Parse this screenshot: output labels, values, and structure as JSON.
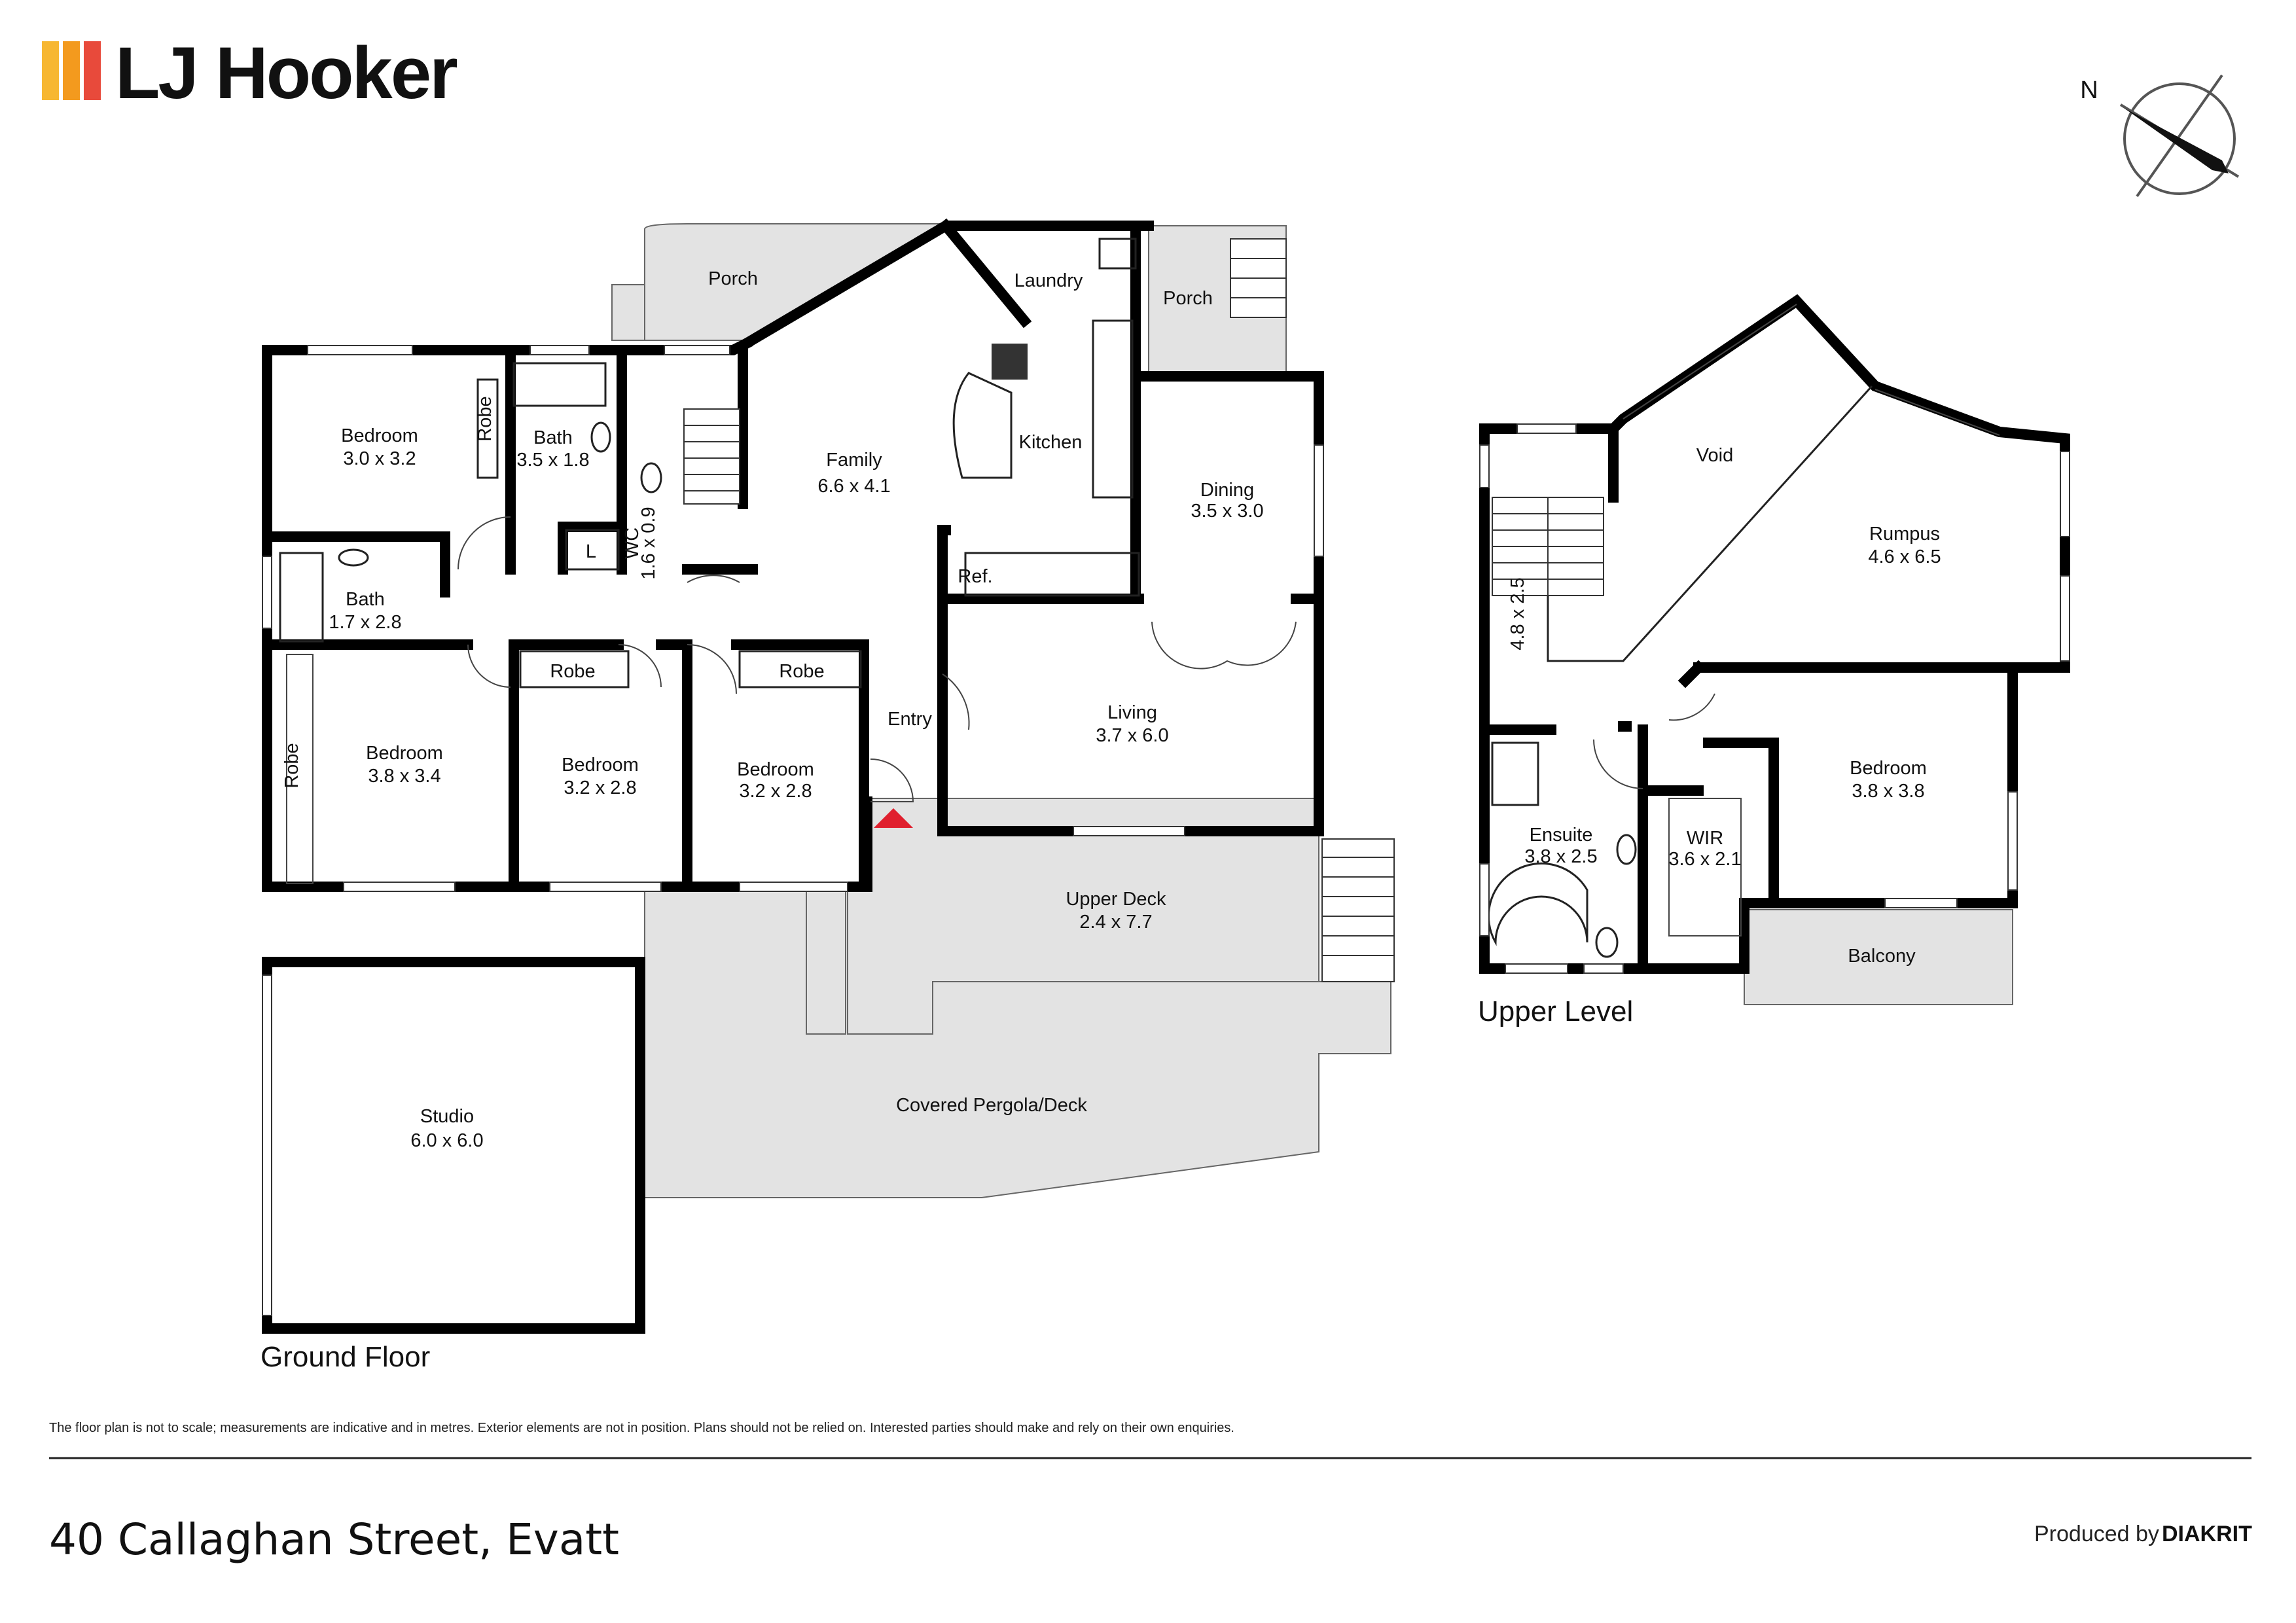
{
  "brand": {
    "name": "LJ Hooker",
    "colors": [
      "#f7b731",
      "#f39a1e",
      "#e84a3b"
    ]
  },
  "compass": {
    "label": "N"
  },
  "levels": {
    "ground": "Ground Floor",
    "upper": "Upper Level"
  },
  "rooms": {
    "porch_left": {
      "name": "Porch"
    },
    "laundry": {
      "name": "Laundry"
    },
    "porch_right": {
      "name": "Porch"
    },
    "bedroom1": {
      "name": "Bedroom",
      "dim": "3.0 x 3.2"
    },
    "robe1": {
      "name": "Robe"
    },
    "bath1": {
      "name": "Bath",
      "dim": "3.5 x 1.8"
    },
    "family": {
      "name": "Family",
      "dim": "6.6 x 4.1"
    },
    "kitchen": {
      "name": "Kitchen"
    },
    "dining": {
      "name": "Dining",
      "dim": "3.5 x 3.0"
    },
    "wc": {
      "name": "WC",
      "dim": "1.6 x 0.9"
    },
    "linen": {
      "name": "L"
    },
    "ref": {
      "name": "Ref."
    },
    "bath2": {
      "name": "Bath",
      "dim": "1.7 x 2.8"
    },
    "robe2": {
      "name": "Robe"
    },
    "robe3": {
      "name": "Robe"
    },
    "robe4": {
      "name": "Robe"
    },
    "entry": {
      "name": "Entry"
    },
    "living": {
      "name": "Living",
      "dim": "3.7 x 6.0"
    },
    "bedroom2": {
      "name": "Bedroom",
      "dim": "3.8 x 3.4"
    },
    "bedroom3": {
      "name": "Bedroom",
      "dim": "3.2 x 2.8"
    },
    "bedroom4": {
      "name": "Bedroom",
      "dim": "3.2 x 2.8"
    },
    "upper_deck": {
      "name": "Upper Deck",
      "dim": "2.4 x 7.7"
    },
    "pergola": {
      "name": "Covered Pergola/Deck"
    },
    "studio": {
      "name": "Studio",
      "dim": "6.0 x 6.0"
    },
    "void": {
      "name": "Void"
    },
    "rumpus": {
      "name": "Rumpus",
      "dim": "4.6 x 6.5"
    },
    "stair_dim": {
      "dim": "4.8 x 2.5"
    },
    "ensuite": {
      "name": "Ensuite",
      "dim": "3.8 x 2.5"
    },
    "wir": {
      "name": "WIR",
      "dim": "3.6 x 2.1"
    },
    "bedroom_upper": {
      "name": "Bedroom",
      "dim": "3.8 x 3.8"
    },
    "balcony": {
      "name": "Balcony"
    }
  },
  "disclaimer": "The floor plan is not to scale; measurements are indicative and in metres. Exterior elements are not in position. Plans should not be relied on. Interested parties should make and rely on their own enquiries.",
  "address": "40 Callaghan Street, Evatt",
  "credit": {
    "prefix": "Produced by",
    "brand": "DIAKRIT"
  },
  "entry_marker_color": "#e0202e"
}
